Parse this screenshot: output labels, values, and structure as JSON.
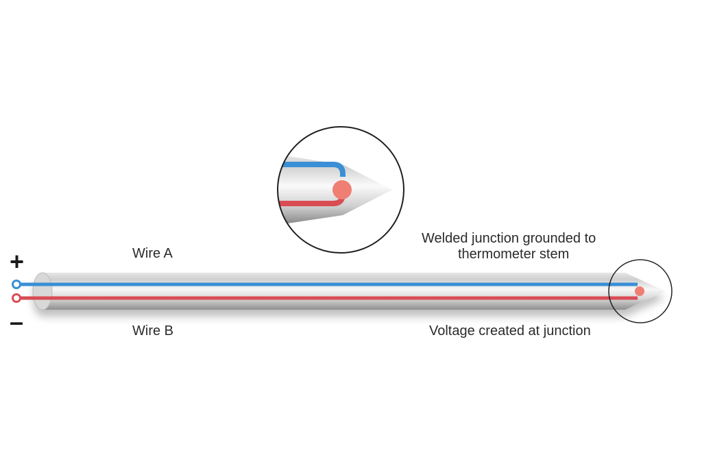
{
  "terminals": {
    "positive": "+",
    "negative": "–"
  },
  "labels": {
    "wire_a": "Wire A",
    "wire_b": "Wire B",
    "junction_line1": "Welded junction grounded to",
    "junction_line2": "thermometer stem",
    "voltage": "Voltage created at junction"
  },
  "colors": {
    "wire_a": "#3a8fd6",
    "wire_b": "#d94c54",
    "junction": "#ef7e73",
    "stem_light": "#f2f2f2",
    "stem_dark": "#8c8c8c"
  }
}
